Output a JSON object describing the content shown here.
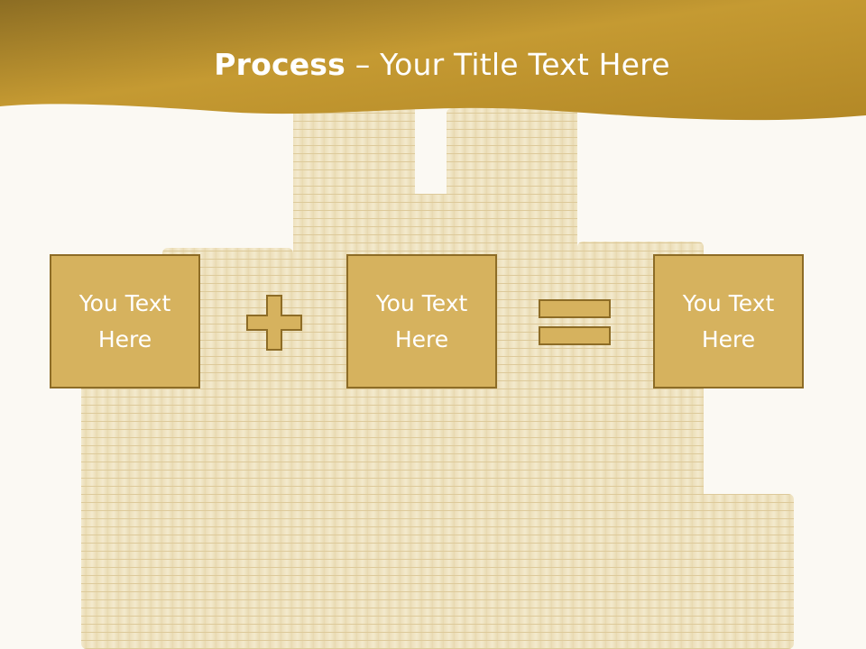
{
  "slide": {
    "title_bold": "Process",
    "title_separator": " – ",
    "title_rest": "Your Title Text Here"
  },
  "process": {
    "boxes": [
      {
        "label": "You Text Here"
      },
      {
        "label": "You Text Here"
      },
      {
        "label": "You Text Here"
      }
    ],
    "operators": [
      "plus",
      "equals"
    ]
  },
  "colors": {
    "header": "#b88e25",
    "box_fill": "#d6b25e",
    "box_border": "#8d6c26",
    "background": "#fbf9f3"
  }
}
